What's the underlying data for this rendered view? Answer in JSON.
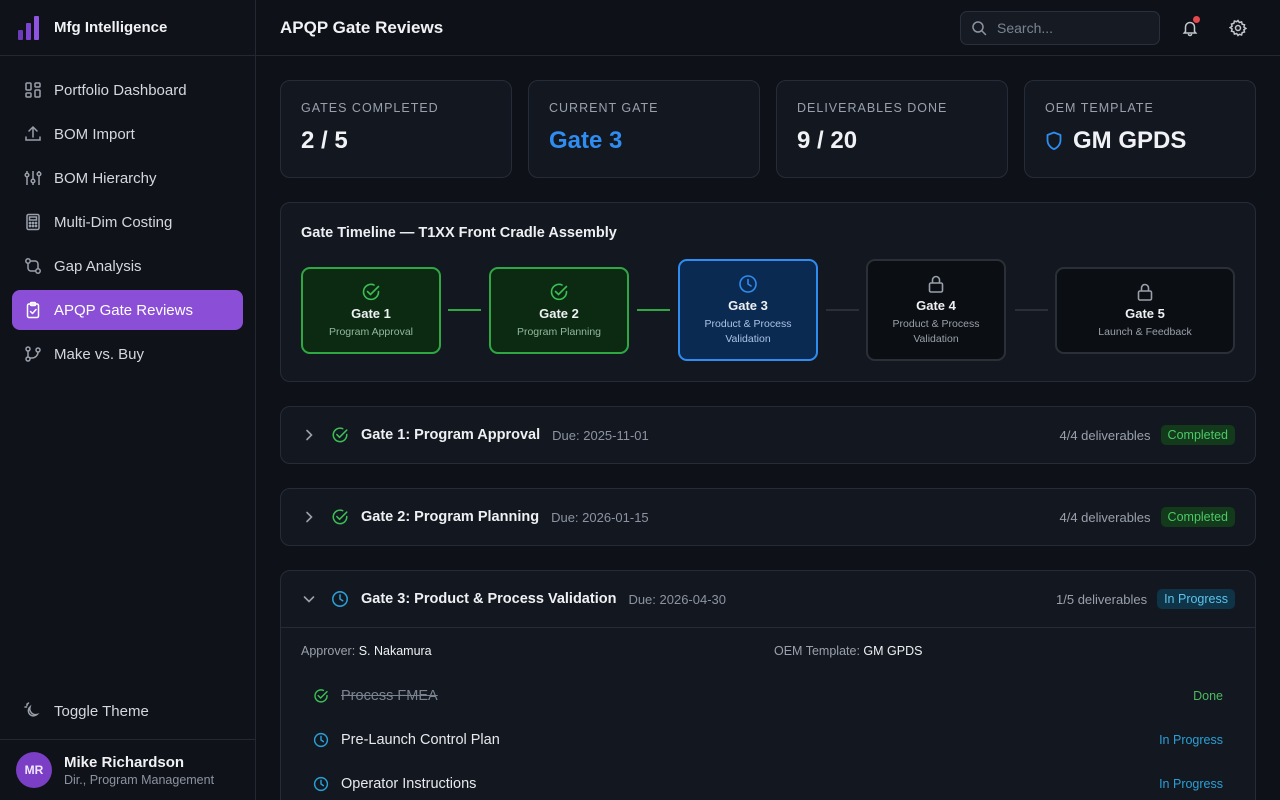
{
  "app": {
    "title": "Mfg Intelligence"
  },
  "colors": {
    "accent": "#8a4fd6",
    "done": "#2fa843",
    "current": "#2f8cf0",
    "progress": "#2a9fd6"
  },
  "sidebar": {
    "items": [
      {
        "label": "Portfolio Dashboard",
        "icon": "dashboard-icon"
      },
      {
        "label": "BOM Import",
        "icon": "upload-icon"
      },
      {
        "label": "BOM Hierarchy",
        "icon": "hierarchy-icon"
      },
      {
        "label": "Multi-Dim Costing",
        "icon": "calculator-icon"
      },
      {
        "label": "Gap Analysis",
        "icon": "gap-icon"
      },
      {
        "label": "APQP Gate Reviews",
        "icon": "clipboard-icon",
        "active": true
      },
      {
        "label": "Make vs. Buy",
        "icon": "branch-icon"
      }
    ],
    "toggle_theme": "Toggle Theme",
    "user": {
      "initials": "MR",
      "name": "Mike Richardson",
      "role": "Dir., Program Management"
    }
  },
  "header": {
    "title": "APQP Gate Reviews",
    "search_placeholder": "Search..."
  },
  "stats": [
    {
      "label": "Gates Completed",
      "value": "2 / 5"
    },
    {
      "label": "Current Gate",
      "value": "Gate 3"
    },
    {
      "label": "Deliverables Done",
      "value": "9 / 20"
    },
    {
      "label": "OEM Template",
      "value": "GM GPDS"
    }
  ],
  "timeline": {
    "title": "Gate Timeline — T1XX Front Cradle Assembly",
    "gates": [
      {
        "name": "Gate 1",
        "sub": "Program Approval",
        "status": "done"
      },
      {
        "name": "Gate 2",
        "sub": "Program Planning",
        "status": "done"
      },
      {
        "name": "Gate 3",
        "sub": "Product & Process Validation",
        "status": "current"
      },
      {
        "name": "Gate 4",
        "sub": "Product & Process Validation",
        "status": "locked"
      },
      {
        "name": "Gate 5",
        "sub": "Launch & Feedback",
        "status": "locked"
      }
    ]
  },
  "gate_rows": [
    {
      "title": "Gate 1: Program Approval",
      "due": "Due: 2025-11-01",
      "count": "4/4 deliverables",
      "badge": "Completed"
    },
    {
      "title": "Gate 2: Program Planning",
      "due": "Due: 2026-01-15",
      "count": "4/4 deliverables",
      "badge": "Completed"
    },
    {
      "title": "Gate 3: Product & Process Validation",
      "due": "Due: 2026-04-30",
      "count": "1/5 deliverables",
      "badge": "In Progress",
      "approver_label": "Approver:",
      "approver": "S. Nakamura",
      "template_label": "OEM Template:",
      "template": "GM GPDS",
      "deliverables": [
        {
          "name": "Process FMEA",
          "status": "Done"
        },
        {
          "name": "Pre-Launch Control Plan",
          "status": "In Progress"
        },
        {
          "name": "Operator Instructions",
          "status": "In Progress"
        }
      ]
    }
  ]
}
